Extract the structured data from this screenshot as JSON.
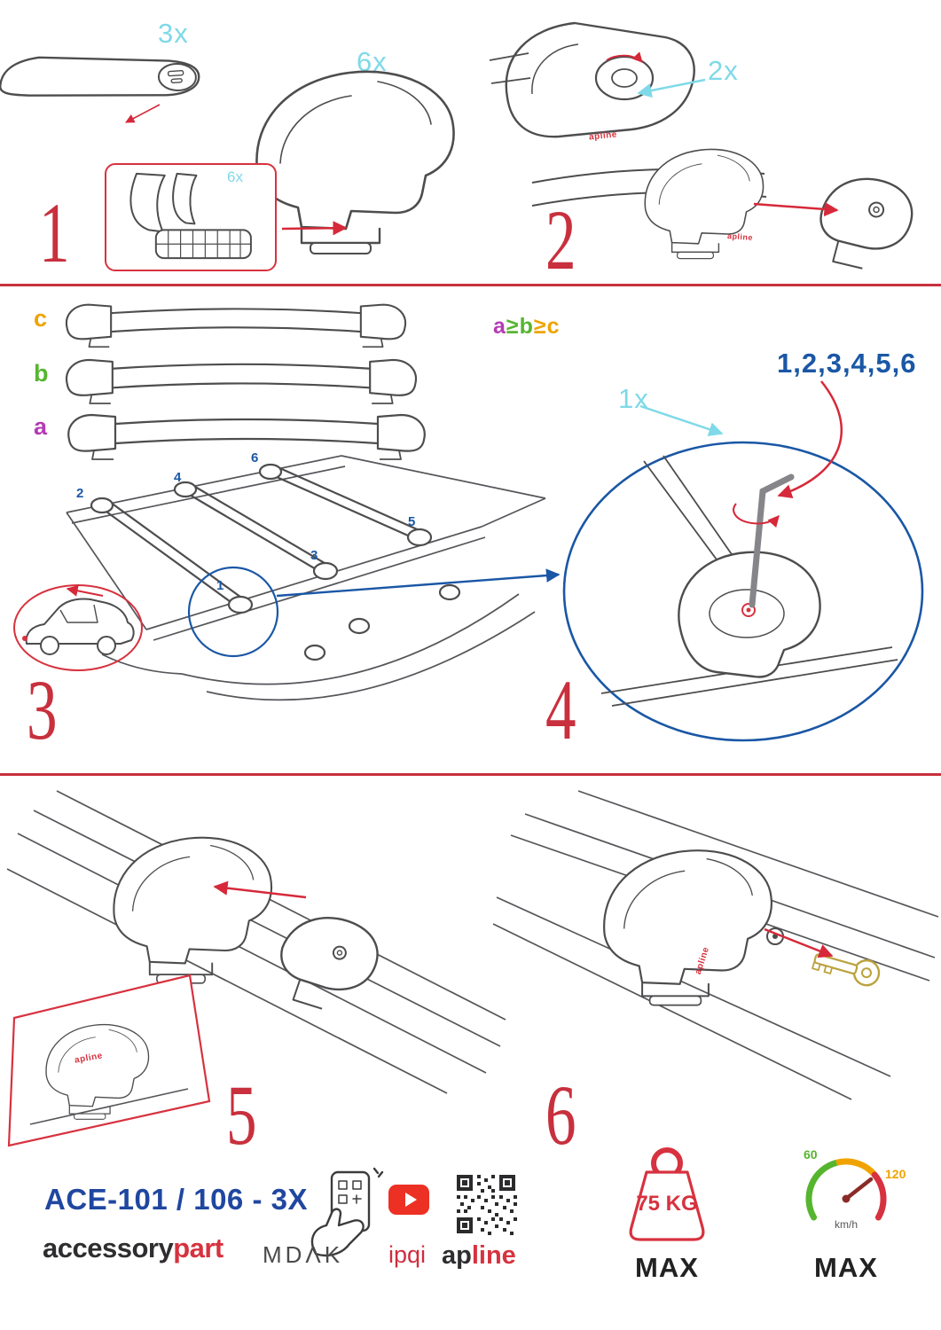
{
  "colors": {
    "accent_red": "#c8303d",
    "arrow_red": "#d6293a",
    "cyan": "#7fd9e8",
    "blue": "#1a57a5",
    "purple": "#b43bb4",
    "green": "#56b52f",
    "orange": "#f0a300",
    "dark": "#3c3c3e",
    "line_art": "#4d4d4f"
  },
  "brand": {
    "small": "apline"
  },
  "steps": {
    "s1": {
      "num": "1",
      "bar_qty": "3x",
      "foot_qty": "6x",
      "pad_qty": "6x"
    },
    "s2": {
      "num": "2",
      "knob_qty": "2x"
    },
    "s3": {
      "num": "3",
      "bar_c": "c",
      "bar_b": "b",
      "bar_a": "a",
      "rule_a": "a",
      "rule_ge1": "≥",
      "rule_b": "b",
      "rule_ge2": "≥",
      "rule_c": "c",
      "positions": [
        "1",
        "2",
        "3",
        "4",
        "5",
        "6"
      ]
    },
    "s4": {
      "num": "4",
      "order": "1,2,3,4,5,6",
      "tool_qty": "1x",
      "first": "1"
    },
    "s5": {
      "num": "5"
    },
    "s6": {
      "num": "6"
    }
  },
  "footer": {
    "model": "ACE-101 / 106 - 3X",
    "brand_dark": "accessory",
    "brand_red": "part",
    "mdak": "MDΛK",
    "ipqi": "ipqi",
    "apline_dark": "ap",
    "apline_red": "line",
    "weight_value": "75 KG",
    "weight_max": "MAX",
    "speed_low": "60",
    "speed_high": "120",
    "speed_unit": "km/h",
    "speed_max": "MAX"
  }
}
